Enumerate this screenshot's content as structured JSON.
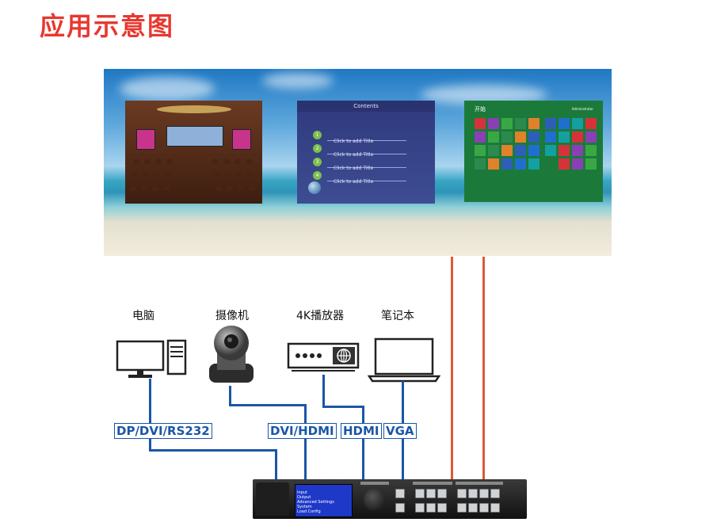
{
  "title": "应用示意图",
  "screen": {
    "presentation_header": "Contents",
    "presentation_items": [
      "Click to add Title",
      "Click to add Title",
      "Click to add Title",
      "Click to add Title"
    ],
    "presentation_numbers": [
      "1",
      "2",
      "3",
      "4"
    ],
    "start_screen_title": "开始",
    "start_screen_user": "Administrator"
  },
  "sources": [
    {
      "label": "电脑",
      "icon": "desktop-computer-icon"
    },
    {
      "label": "摄像机",
      "icon": "ptz-camera-icon"
    },
    {
      "label": "4K播放器",
      "icon": "4k-player-icon"
    },
    {
      "label": "笔记本",
      "icon": "laptop-icon"
    }
  ],
  "interfaces": [
    "DP/DVI/RS232",
    "DVI/HDMI",
    "HDMI",
    "VGA"
  ],
  "device_menu": [
    "Input",
    "Output",
    "Advanced Settings",
    "System",
    "Load Config"
  ],
  "colors": {
    "title": "#e8382f",
    "input_line": "#1a56a7",
    "output_line": "#dd5a3a"
  }
}
